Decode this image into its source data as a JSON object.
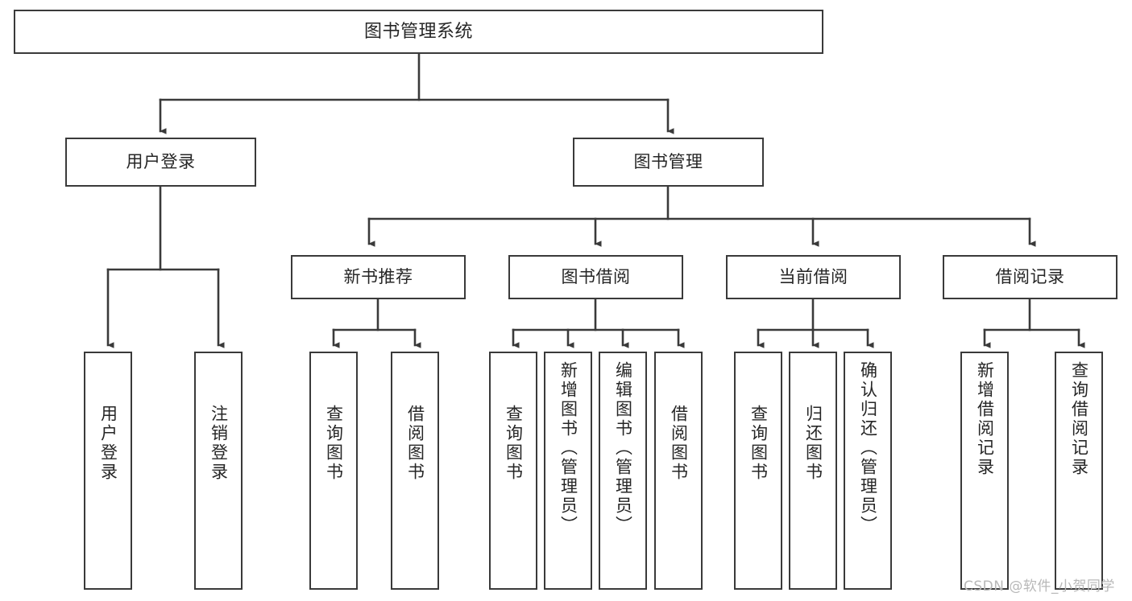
{
  "diagram": {
    "type": "tree",
    "title": "图书管理系统",
    "watermark": "CSDN @软件_小贺同学",
    "root": {
      "label": "图书管理系统"
    },
    "level2": [
      {
        "label": "用户登录"
      },
      {
        "label": "图书管理"
      }
    ],
    "level3": [
      {
        "label": "新书推荐"
      },
      {
        "label": "图书借阅"
      },
      {
        "label": "当前借阅"
      },
      {
        "label": "借阅记录"
      }
    ],
    "leaves": [
      {
        "label": "用户登录"
      },
      {
        "label": "注销登录"
      },
      {
        "label": "查询图书"
      },
      {
        "label": "借阅图书"
      },
      {
        "label": "查询图书"
      },
      {
        "label": "新增图书（管理员）"
      },
      {
        "label": "编辑图书（管理员）"
      },
      {
        "label": "借阅图书"
      },
      {
        "label": "查询图书"
      },
      {
        "label": "归还图书"
      },
      {
        "label": "确认归还（管理员）"
      },
      {
        "label": "新增借阅记录"
      },
      {
        "label": "查询借阅记录"
      }
    ],
    "colors": {
      "stroke": "#3a3a3a",
      "text": "#262626",
      "background": "#ffffff",
      "watermark": "#b8b8b8"
    }
  }
}
